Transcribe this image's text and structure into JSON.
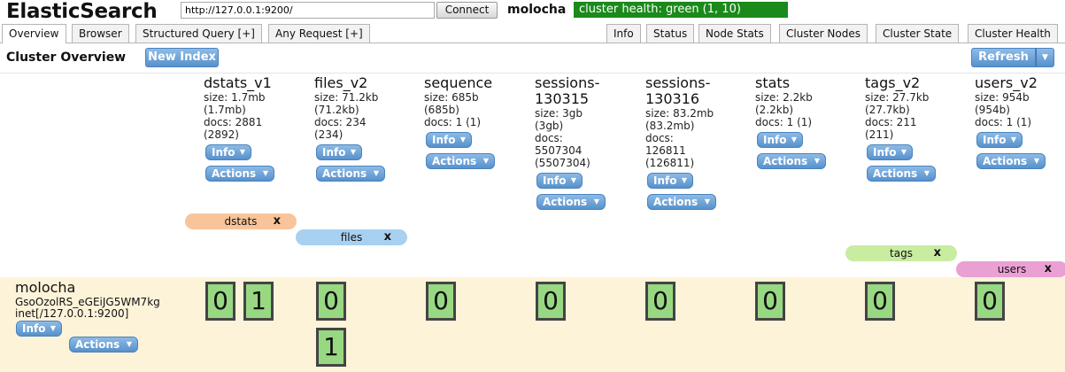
{
  "header": {
    "app_title": "ElasticSearch",
    "url_value": "http://127.0.0.1:9200/",
    "connect_label": "Connect",
    "cluster_name": "molocha",
    "cluster_health": "cluster health: green (1, 10)",
    "health_color": "#1a8a1a"
  },
  "tabs": {
    "left": [
      "Overview",
      "Browser",
      "Structured Query [+]",
      "Any Request [+]"
    ],
    "right": [
      "Info",
      "Status",
      "Node Stats",
      "Cluster Nodes",
      "Cluster State",
      "Cluster Health"
    ],
    "active": "Overview"
  },
  "toolbar": {
    "title": "Cluster Overview",
    "new_index_label": "New Index",
    "refresh_label": "Refresh",
    "refresh_menu_icon": "caret-down-icon"
  },
  "indices": [
    {
      "name": "dstats_v1",
      "stats": [
        "size: 1.7mb",
        "(1.7mb)",
        "docs: 2881",
        "(2892)"
      ],
      "info_label": "Info",
      "actions_label": "Actions"
    },
    {
      "name": "files_v2",
      "stats": [
        "size: 71.2kb",
        "(71.2kb)",
        "docs: 234",
        "(234)"
      ],
      "info_label": "Info",
      "actions_label": "Actions"
    },
    {
      "name": "sequence",
      "stats": [
        "size: 685b",
        "(685b)",
        "docs: 1 (1)"
      ],
      "info_label": "Info",
      "actions_label": "Actions"
    },
    {
      "name": "sessions-130315",
      "name_lines": [
        "sessions-",
        "130315"
      ],
      "stats": [
        "size: 3gb",
        "(3gb)",
        "docs:",
        "5507304",
        "(5507304)"
      ],
      "info_label": "Info",
      "actions_label": "Actions"
    },
    {
      "name": "sessions-130316",
      "name_lines": [
        "sessions-",
        "130316"
      ],
      "stats": [
        "size: 83.2mb",
        "(83.2mb)",
        "docs:",
        "126811",
        "(126811)"
      ],
      "info_label": "Info",
      "actions_label": "Actions"
    },
    {
      "name": "stats",
      "stats": [
        "size: 2.2kb",
        "(2.2kb)",
        "docs: 1 (1)"
      ],
      "info_label": "Info",
      "actions_label": "Actions"
    },
    {
      "name": "tags_v2",
      "stats": [
        "size: 27.7kb",
        "(27.7kb)",
        "docs: 211",
        "(211)"
      ],
      "info_label": "Info",
      "actions_label": "Actions"
    },
    {
      "name": "users_v2",
      "stats": [
        "size: 954b",
        "(954b)",
        "docs: 1 (1)"
      ],
      "info_label": "Info",
      "actions_label": "Actions"
    }
  ],
  "aliases": [
    {
      "name": "dstats",
      "close": "x",
      "color": "#f9c49a"
    },
    {
      "name": "files",
      "close": "x",
      "color": "#a8d0f0"
    },
    {
      "name": "tags",
      "close": "x",
      "color": "#c8eca0"
    },
    {
      "name": "users",
      "close": "x",
      "color": "#eba0d4"
    }
  ],
  "node": {
    "name": "molocha",
    "id": "GsoOzolRS_eGEiJG5WM7kg",
    "address": "inet[/127.0.0.1:9200]",
    "info_label": "Info",
    "actions_label": "Actions",
    "band_color": "#fdf3d9"
  },
  "shards": [
    [
      "0",
      "1"
    ],
    [
      "0",
      "1"
    ],
    [
      "0"
    ],
    [
      "0"
    ],
    [
      "0"
    ],
    [
      "0"
    ],
    [
      "0"
    ],
    [
      "0"
    ]
  ],
  "shard_color": "#98d883"
}
